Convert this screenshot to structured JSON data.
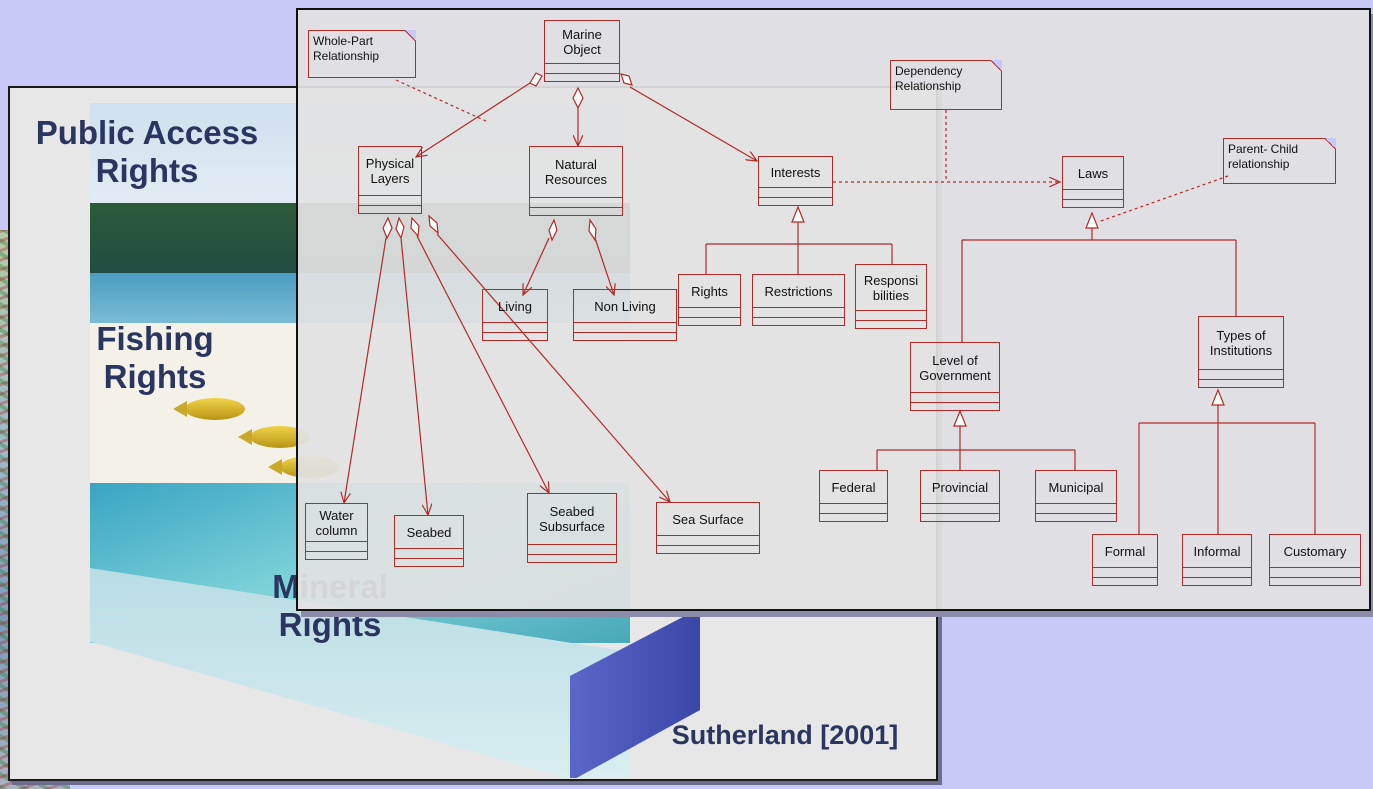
{
  "slide": {
    "labels": {
      "public_access": "Public Access\nRights",
      "fishing": "Fishing\nRights",
      "mineral": "Mineral\nRights",
      "citation": "Sutherland [2001]"
    }
  },
  "uml": {
    "notes": {
      "whole_part": "Whole-Part\nRelationship",
      "dependency": "Dependency\nRelationship",
      "parent_child": "Parent- Child\nrelationship"
    },
    "classes": {
      "marine_object": "Marine\nObject",
      "physical_layers": "Physical\nLayers",
      "natural_resources": "Natural\nResources",
      "interests": "Interests",
      "laws": "Laws",
      "living": "Living",
      "non_living": "Non Living",
      "rights": "Rights",
      "restrictions": "Restrictions",
      "responsibilities": "Responsi\nbilities",
      "level_of_government": "Level of\nGovernment",
      "types_of_institutions": "Types of\nInstitutions",
      "federal": "Federal",
      "provincial": "Provincial",
      "municipal": "Municipal",
      "water_column": "Water\ncolumn",
      "seabed": "Seabed",
      "seabed_subsurface": "Seabed\nSubsurface",
      "sea_surface": "Sea Surface",
      "formal": "Formal",
      "informal": "Informal",
      "customary": "Customary"
    },
    "colors": {
      "line": "#b22a2a",
      "panel": "#e2e2e2",
      "background": "#c9c9f7"
    }
  }
}
